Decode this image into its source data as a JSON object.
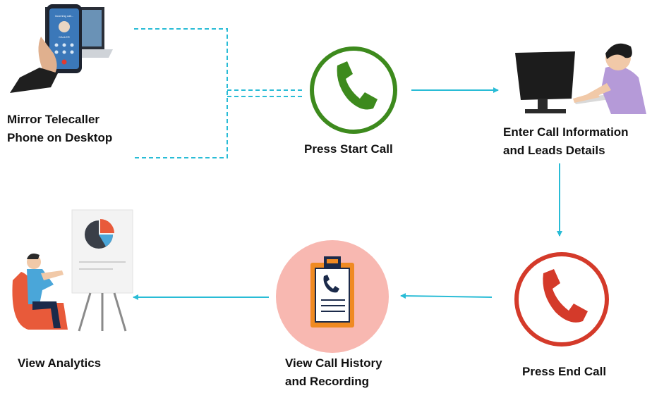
{
  "steps": {
    "mirror": {
      "line1": "Mirror Telecaller",
      "line2": "Phone on Desktop"
    },
    "start_call": {
      "line1": "Press Start Call"
    },
    "enter_info": {
      "line1": "Enter Call Information",
      "line2": "and Leads Details"
    },
    "end_call": {
      "line1": "Press End Call"
    },
    "history": {
      "line1": "View Call History",
      "line2": "and Recording"
    },
    "analytics": {
      "line1": "View Analytics"
    }
  },
  "phone_screen": {
    "caller": "Incoming call...",
    "name": "CALLER"
  },
  "colors": {
    "connector": "#29bcd6",
    "start_call": "#3d8a1d",
    "end_call": "#d43a2a",
    "history_bg": "#f8b8b1",
    "clipboard": "#f08a22",
    "person_shirt": "#4aa6d9",
    "chair": "#e85a3a"
  },
  "icons": [
    "phone-mirror-icon",
    "start-call-icon",
    "desktop-user-icon",
    "end-call-icon",
    "call-history-icon",
    "analytics-presenter-icon"
  ]
}
